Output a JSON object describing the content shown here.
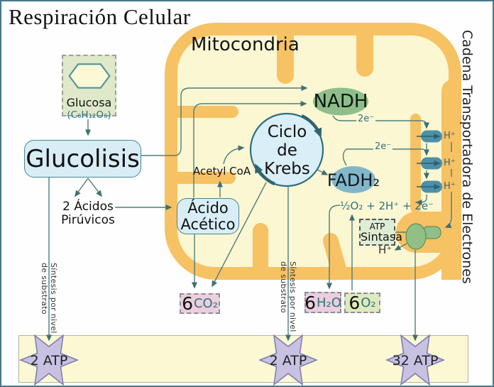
{
  "title": "Respiración Celular",
  "mitochondria": {
    "label": "Mitocondria"
  },
  "cadena_label": "Cadena Transportadora de Electrones",
  "glucosa": {
    "name": "Glucosa",
    "formula": "(C₆H₁₂O₆)"
  },
  "glucolisis_label": "Glucolisis",
  "piruvicos": {
    "line1": "2 Ácidos",
    "line2": "Pirúvicos"
  },
  "acido_acetico": {
    "line1": "Ácido",
    "line2": "Acético"
  },
  "acetyl_coa_label": "Acetyl CoA",
  "krebs": {
    "line1": "Ciclo",
    "line2": "de",
    "line3": "Krebs"
  },
  "nadh_label": "NADH",
  "fadh2_label": "FADH₂",
  "etc": {
    "two_electrons": "2e⁻",
    "h_plus": "H⁺",
    "reaction": "½O₂ + 2H⁺ + 2e⁻",
    "atp_sintasa": {
      "line1": "ATP",
      "line2": "Sintasa"
    }
  },
  "products": {
    "co2": {
      "count": "6",
      "formula": "CO₂"
    },
    "h2o": {
      "count": "6",
      "formula": "H₂O"
    },
    "o2": {
      "count": "6",
      "formula": "O₂"
    }
  },
  "substrate_synthesis": {
    "line1": "Síntesis por nivel",
    "line2": "de substrato"
  },
  "atp": {
    "stars": [
      "2 ATP",
      "2 ATP",
      "32 ATP"
    ]
  },
  "colors": {
    "membrane_orange": "#f7c263",
    "matrix_yellow": "#fbf7d2",
    "process_box_blue": "#d8edf5",
    "nadh_green": "#8fbe8b",
    "fadh_teal": "#82b7c9",
    "pump_blue": "#4c90aa",
    "synthase_green": "#92bf86",
    "co2_h2o_pink": "#eccede",
    "o2_green": "#dfeabc",
    "glucose_green": "#dfe9c9",
    "atp_star_purple": "#c7c2e2",
    "band_yellow": "#fbf8d4",
    "connector_teal": "#4e7e7e",
    "accent_teal_text": "#31707e"
  }
}
